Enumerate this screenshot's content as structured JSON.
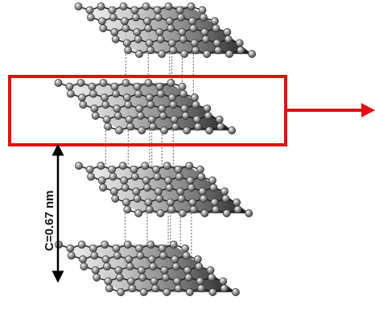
{
  "diagram": {
    "dimension_label": "C=0.67 nm",
    "layer_count": 4,
    "highlighted_layer": 2,
    "colors": {
      "highlight_box": "#e01010",
      "pointer_arrow": "#e01010",
      "atom": "#6e6e6e",
      "bond": "#1a1a1a",
      "sheet_light": "#f4f4f4",
      "sheet_dark": "#161616",
      "interlayer_line": "#555555",
      "dimension_arrow": "#000000"
    }
  }
}
